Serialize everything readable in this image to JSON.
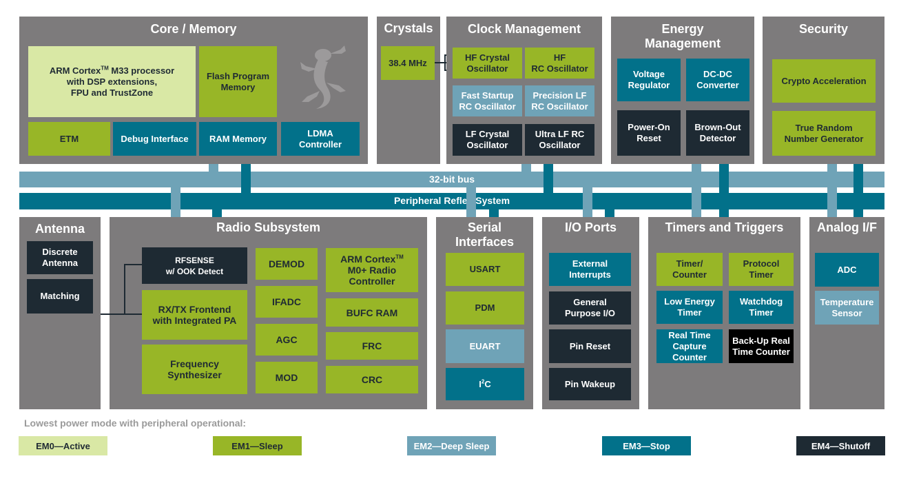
{
  "panels": {
    "core": "Core / Memory",
    "crystals": "Crystals",
    "clock": "Clock Management",
    "energy": "Energy\nManagement",
    "security": "Security",
    "antenna": "Antenna",
    "radio": "Radio Subsystem",
    "serial": "Serial\nInterfaces",
    "io": "I/O Ports",
    "timers": "Timers and Triggers",
    "analog": "Analog I/F"
  },
  "core": {
    "cpu_pre": "ARM Cortex",
    "cpu_sup": "TM",
    "cpu_post": " M33 processor\nwith DSP extensions,\nFPU and TrustZone",
    "flash": "Flash Program\nMemory",
    "etm": "ETM",
    "debug": "Debug Interface",
    "ram": "RAM Memory",
    "ldma": "LDMA\nController"
  },
  "crystals": {
    "freq": "38.4 MHz"
  },
  "clock": {
    "hf_crystal": "HF Crystal\nOscillator",
    "hf_rc": "HF\nRC Oscillator",
    "fast_startup": "Fast Startup\nRC Oscillator",
    "precision_lf": "Precision LF\nRC Oscillator",
    "lf_crystal": "LF Crystal\nOscillator",
    "ultra_lf": "Ultra LF RC\nOscillator"
  },
  "energy": {
    "voltage_reg": "Voltage\nRegulator",
    "dcdc": "DC-DC\nConverter",
    "por": "Power-On\nReset",
    "bod": "Brown-Out\nDetector"
  },
  "security": {
    "crypto": "Crypto Acceleration",
    "trng": "True Random\nNumber Generator"
  },
  "bus": {
    "bus32": "32-bit bus",
    "prs": "Peripheral Reflex System"
  },
  "antenna": {
    "discrete": "Discrete\nAntenna",
    "matching": "Matching"
  },
  "radio": {
    "rfsense": "RFSENSE\nw/ OOK Detect",
    "frontend": "RX/TX Frontend\nwith Integrated PA",
    "synth": "Frequency\nSynthesizer",
    "demod": "DEMOD",
    "ifadc": "IFADC",
    "agc": "AGC",
    "mod": "MOD",
    "m0_pre": "ARM Cortex",
    "m0_sup": "TM",
    "m0_post": "\nM0+ Radio\nController",
    "bufc": "BUFC RAM",
    "frc": "FRC",
    "crc": "CRC"
  },
  "serial": {
    "usart": "USART",
    "pdm": "PDM",
    "euart": "EUART",
    "i2c_pre": "I",
    "i2c_sup": "2",
    "i2c_post": "C"
  },
  "io": {
    "ext_int": "External\nInterrupts",
    "gpio": "General\nPurpose I/O",
    "pin_reset": "Pin Reset",
    "pin_wakeup": "Pin Wakeup"
  },
  "timers": {
    "timer_counter": "Timer/\nCounter",
    "protocol": "Protocol\nTimer",
    "letimer": "Low Energy\nTimer",
    "watchdog": "Watchdog\nTimer",
    "rtcc": "Real Time\nCapture\nCounter",
    "backup_rtc": "Back-Up Real\nTime Counter"
  },
  "analog": {
    "adc": "ADC",
    "temp": "Temperature\nSensor"
  },
  "legend": {
    "title": "Lowest power mode with peripheral operational:",
    "em0": "EM0—Active",
    "em1": "EM1—Sleep",
    "em2": "EM2—Deep Sleep",
    "em3": "EM3—Stop",
    "em4": "EM4—Shutoff"
  },
  "colors": {
    "panel": "#7d7b7c",
    "em0": "#d9e8a5",
    "em1": "#98b627",
    "em2": "#6fa3b7",
    "em3": "#02718a",
    "em4": "#1e2a33"
  }
}
